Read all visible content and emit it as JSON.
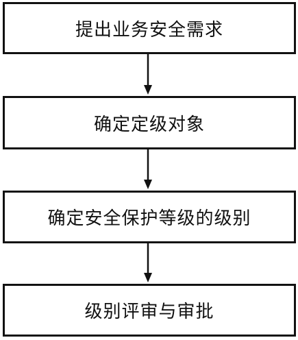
{
  "flowchart": {
    "steps": [
      {
        "label": "提出业务安全需求"
      },
      {
        "label": "确定定级对象"
      },
      {
        "label": "确定安全保护等级的级别"
      },
      {
        "label": "级别评审与审批"
      }
    ],
    "colors": {
      "stroke": "#111111",
      "background": "#ffffff",
      "text": "#111111"
    }
  }
}
